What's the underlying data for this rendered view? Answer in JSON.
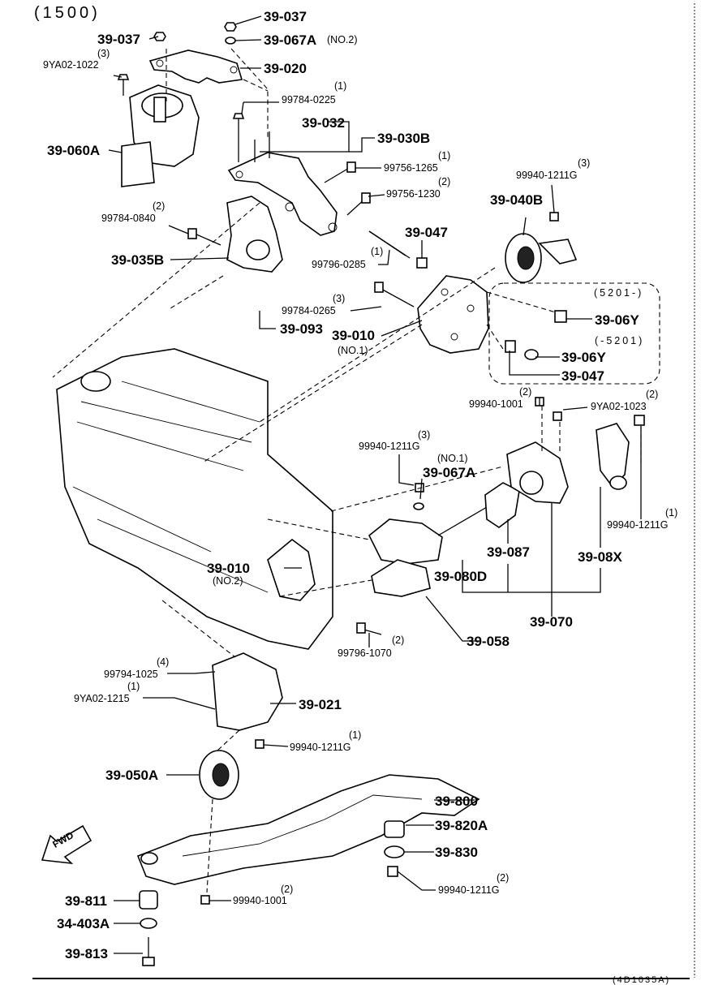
{
  "header": {
    "code": "(1500)"
  },
  "footer": {
    "code": "(4D1035A)"
  },
  "fwd": {
    "text": "FWD"
  },
  "labels": {
    "l_39037a": "39-037",
    "l_39037b": "39-037",
    "l_39067a_top": "39-067A",
    "l_no2_top": "(NO.2)",
    "l_39020": "39-020",
    "l_q3_9ya": "(3)",
    "l_9ya1022": "9YA02-1022",
    "l_q1_225": "(1)",
    "l_99784_0225": "99784-0225",
    "l_39032": "39-032",
    "l_39030b": "39-030B",
    "l_39060a": "39-060A",
    "l_q1_1265": "(1)",
    "l_99756_1265": "99756-1265",
    "l_q2_1230": "(2)",
    "l_99756_1230": "99756-1230",
    "l_q3_1211": "(3)",
    "l_99940_1211g_a": "99940-1211G",
    "l_39040b": "39-040B",
    "l_q2_840": "(2)",
    "l_99784_0840": "99784-0840",
    "l_39035b": "39-035B",
    "l_39047a": "39-047",
    "l_q1_285": "(1)",
    "l_99796_0285": "99796-0285",
    "l_q3_265": "(3)",
    "l_99784_0265": "99784-0265",
    "l_39093": "39-093",
    "l_39010a": "39-010",
    "l_no1_a": "(NO.1)",
    "l_5201a": "(5201-)",
    "l_3906ya": "39-06Y",
    "l_5201b": "(-5201)",
    "l_3906yb": "39-06Y",
    "l_39047b": "39-047",
    "l_q2_1001": "(2)",
    "l_99940_1001a": "99940-1001",
    "l_q2_1023": "(2)",
    "l_9ya1023": "9YA02-1023",
    "l_q3_1211b": "(3)",
    "l_99940_1211g_b": "99940-1211G",
    "l_no1_b": "(NO.1)",
    "l_39067a_mid": "39-067A",
    "l_q1_1211c": "(1)",
    "l_99940_1211g_c": "99940-1211G",
    "l_39087": "39-087",
    "l_3908x": "39-08X",
    "l_39080d": "39-080D",
    "l_39010b": "39-010",
    "l_no2_b": "(NO.2)",
    "l_39070": "39-070",
    "l_39058": "39-058",
    "l_q2_1070": "(2)",
    "l_99796_1070": "99796-1070",
    "l_q4_1025": "(4)",
    "l_99794_1025": "99794-1025",
    "l_q1_1215": "(1)",
    "l_9ya1215": "9YA02-1215",
    "l_39021": "39-021",
    "l_q1_1211d": "(1)",
    "l_99940_1211g_d": "99940-1211G",
    "l_39050a": "39-050A",
    "l_39800": "39-800",
    "l_39820a": "39-820A",
    "l_39830": "39-830",
    "l_q2_1211e": "(2)",
    "l_99940_1211g_e": "99940-1211G",
    "l_39811": "39-811",
    "l_q2_1001b": "(2)",
    "l_99940_1001b": "99940-1001",
    "l_34403a": "34-403A",
    "l_39813": "39-813"
  }
}
